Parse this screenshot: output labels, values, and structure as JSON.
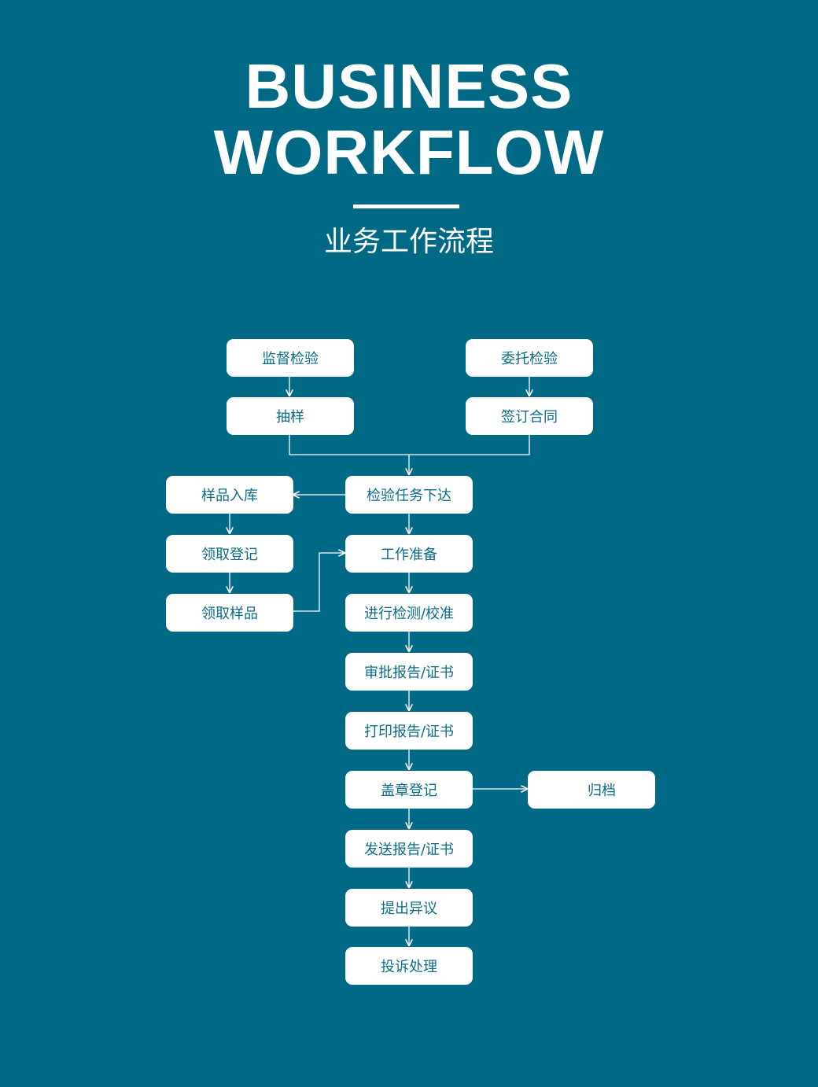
{
  "header": {
    "title_line1": "BUSINESS",
    "title_line2": "WORKFLOW",
    "subtitle": "业务工作流程"
  },
  "colors": {
    "background": "#006985",
    "node_fill": "#ffffff",
    "node_text": "#0c6c86",
    "connector": "#ffffff"
  },
  "nodes": {
    "supervision_inspection": "监督检验",
    "sampling": "抽样",
    "commissioned_inspection": "委托检验",
    "sign_contract": "签订合同",
    "sample_storage": "样品入库",
    "task_assignment": "检验任务下达",
    "receive_register": "领取登记",
    "work_preparation": "工作准备",
    "receive_sample": "领取样品",
    "testing_calibration": "进行检测/校准",
    "approve_report": "审批报告/证书",
    "print_report": "打印报告/证书",
    "stamp_register": "盖章登记",
    "archive": "归档",
    "send_report": "发送报告/证书",
    "raise_objection": "提出异议",
    "complaint_handling": "投诉处理"
  }
}
